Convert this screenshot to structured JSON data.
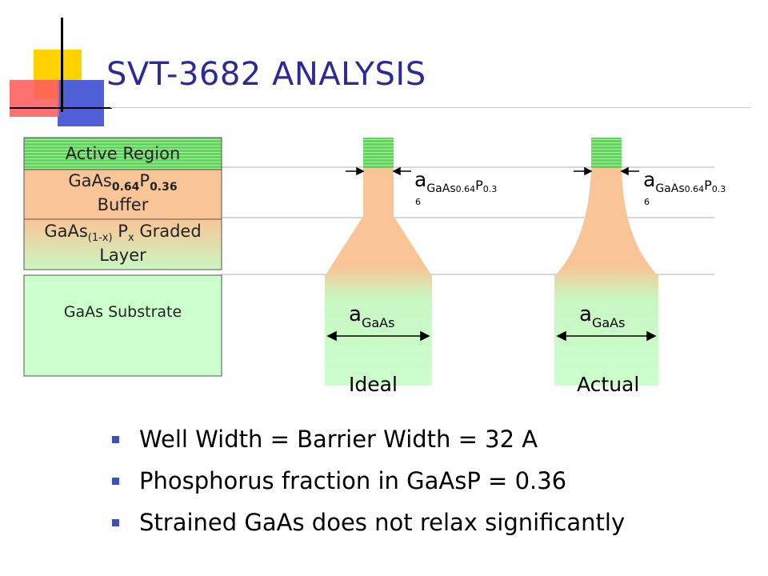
{
  "title": "SVT-3682 ANALYSIS",
  "stack": {
    "active_region": "Active Region",
    "buffer_base": "GaAs",
    "buffer_as_sub": "0.64",
    "buffer_p": "P",
    "buffer_p_sub": "0.36",
    "buffer_word": "Buffer",
    "graded_base": "GaAs",
    "graded_as_sub": "(1-x)",
    "graded_p": "P",
    "graded_p_sub": "x",
    "graded_word": " Graded",
    "graded_word2": "Layer",
    "substrate": "GaAs Substrate"
  },
  "profiles": [
    {
      "caption": "Ideal",
      "top_a": "a",
      "top_sub": "GaAs",
      "top_sub2": "0.64",
      "top_p": "P",
      "top_p_sub": "0.3",
      "top_wrap": "6",
      "bottom_a": "a",
      "bottom_sub": "GaAs"
    },
    {
      "caption": "Actual",
      "top_a": "a",
      "top_sub": "GaAs",
      "top_sub2": "0.64",
      "top_p": "P",
      "top_p_sub": "0.3",
      "top_wrap": "6",
      "bottom_a": "a",
      "bottom_sub": "GaAs"
    }
  ],
  "bullets": [
    "Well Width = Barrier Width = 32 A",
    "Phosphorus fraction in GaAsP = 0.36",
    "Strained GaAs does not relax significantly"
  ],
  "colors": {
    "title": "#2a2a99",
    "active_region": "#55dd55",
    "buffer": "#f9c596",
    "graded_top": "#f9c596",
    "graded_bottom": "#c8f7c2",
    "substrate": "#ccffcc",
    "bullet": "#3b53b8",
    "deco_yellow": "#ffd200",
    "deco_red": "#ff5c5c",
    "deco_blue": "#4e5fd8"
  }
}
